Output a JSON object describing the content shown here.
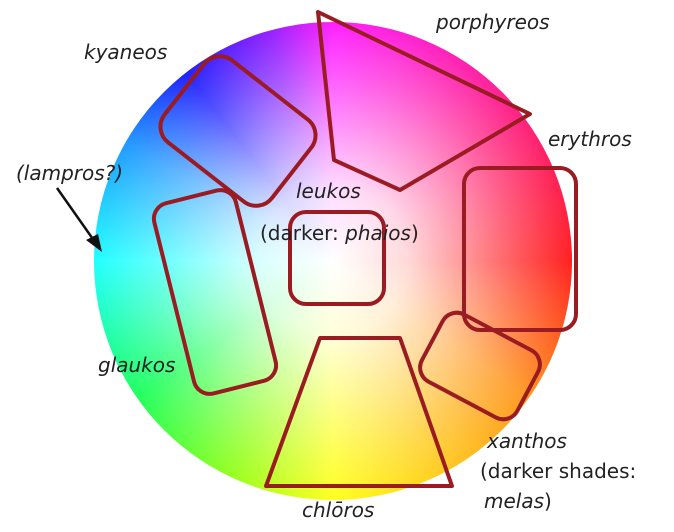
{
  "labels": {
    "kyaneos": "kyaneos",
    "porphyreos": "porphyreos",
    "erythros": "erythros",
    "lampros": "(lampros?)",
    "leukos": "leukos",
    "phaios_prefix": "(darker: ",
    "phaios": "phaios",
    "phaios_suffix": ")",
    "glaukos": "glaukos",
    "xanthos": "xanthos",
    "melas_line1": "(darker shades:",
    "melas": "melas",
    "melas_suffix": ")",
    "chloros": "chlōros"
  },
  "colors": {
    "outline": "#9a1c22",
    "text": "#222222",
    "arrow": "#111111"
  }
}
